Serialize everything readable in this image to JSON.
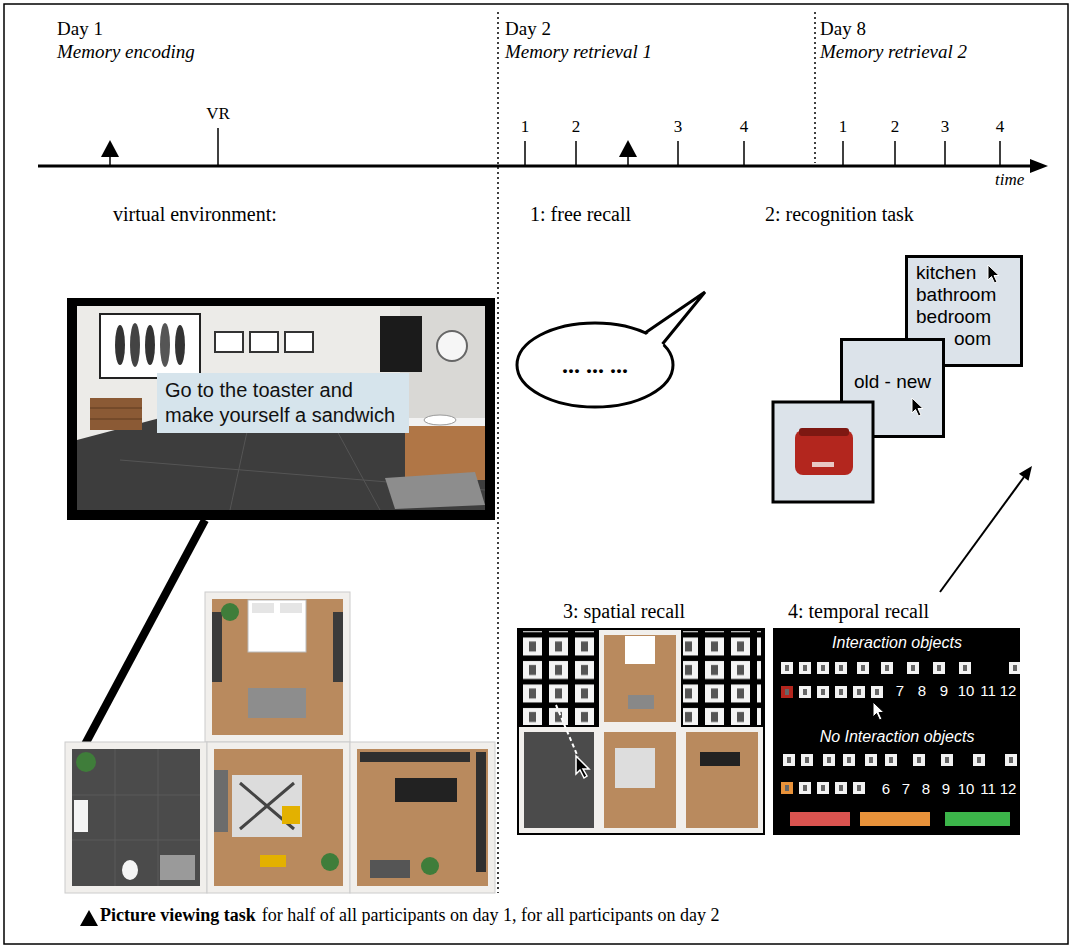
{
  "diagram": {
    "nodes": [
      {
        "text": [
          "Go to the toaster and make yourself a sandwich"
        ]
      },
      {
        "text": [
          "... ... ..."
        ]
      },
      {
        "text": [
          "kitchen",
          "bathroom",
          "bedroom",
          "oom"
        ]
      },
      {
        "text": [
          "old - new"
        ]
      },
      {
        "text": [
          "Interaction objects",
          "7",
          "8",
          "9",
          "10",
          "11",
          "12",
          "No Interaction objects",
          "6",
          "7",
          "8",
          "9",
          "10",
          "11",
          "12"
        ]
      }
    ],
    "labels": [
      "Day 1",
      "Memory encoding",
      "VR",
      "Day 2",
      "Memory retrieval 1",
      "1",
      "2",
      "3",
      "4",
      "Day 8",
      "Memory retrieval 2",
      "1",
      "2",
      "3",
      "4",
      "time",
      "virtual environment:",
      "1: free recall",
      "2: recognition task",
      "3: spatial recall",
      "4: temporal recall",
      "Picture viewing task",
      "for half of all participants on day 1, for all participants on day 2"
    ]
  }
}
